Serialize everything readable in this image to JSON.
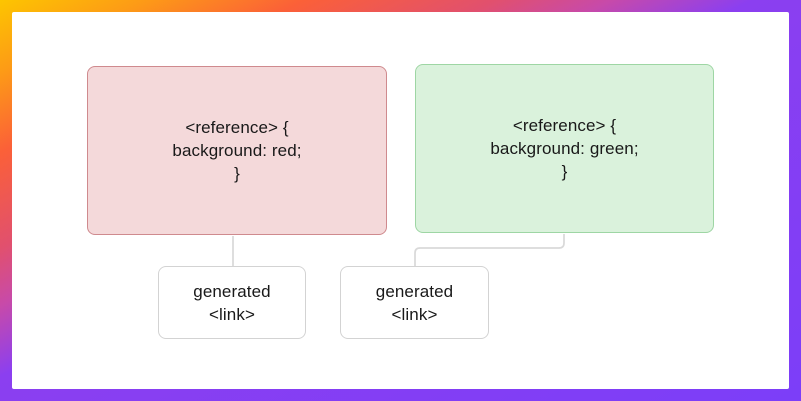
{
  "frame": {
    "description": "gradient picture frame border",
    "gradient_css": "linear-gradient(to bottom right, #fdc500 0%, #fd9b16 9%, #fb6038 19%, #e1506e 31%, #c84aa8 38%, #8b3ff0 47%, #7c3ef8 100%)",
    "gradient_stops": [
      "#fdc500",
      "#fd9b16",
      "#fb6038",
      "#e1506e",
      "#c84aa8",
      "#8b3ff0",
      "#7c3ef8"
    ],
    "inner_background": "#ffffff"
  },
  "nodes": {
    "reference_red": {
      "lines": [
        "<reference> {",
        "background: red;",
        "}"
      ],
      "fill": "#f4d9da",
      "border": "#cf8a8e"
    },
    "reference_green": {
      "lines": [
        "<reference> {",
        "background: green;",
        "}"
      ],
      "fill": "#daf2dc",
      "border": "#9ed6a4"
    },
    "generated_left": {
      "lines": [
        "generated",
        "<link>"
      ],
      "fill": "#ffffff",
      "border": "#d3d3d3"
    },
    "generated_right": {
      "lines": [
        "generated",
        "<link>"
      ],
      "fill": "#ffffff",
      "border": "#d3d3d3"
    }
  },
  "connectors": {
    "color": "#d9d9d9"
  }
}
